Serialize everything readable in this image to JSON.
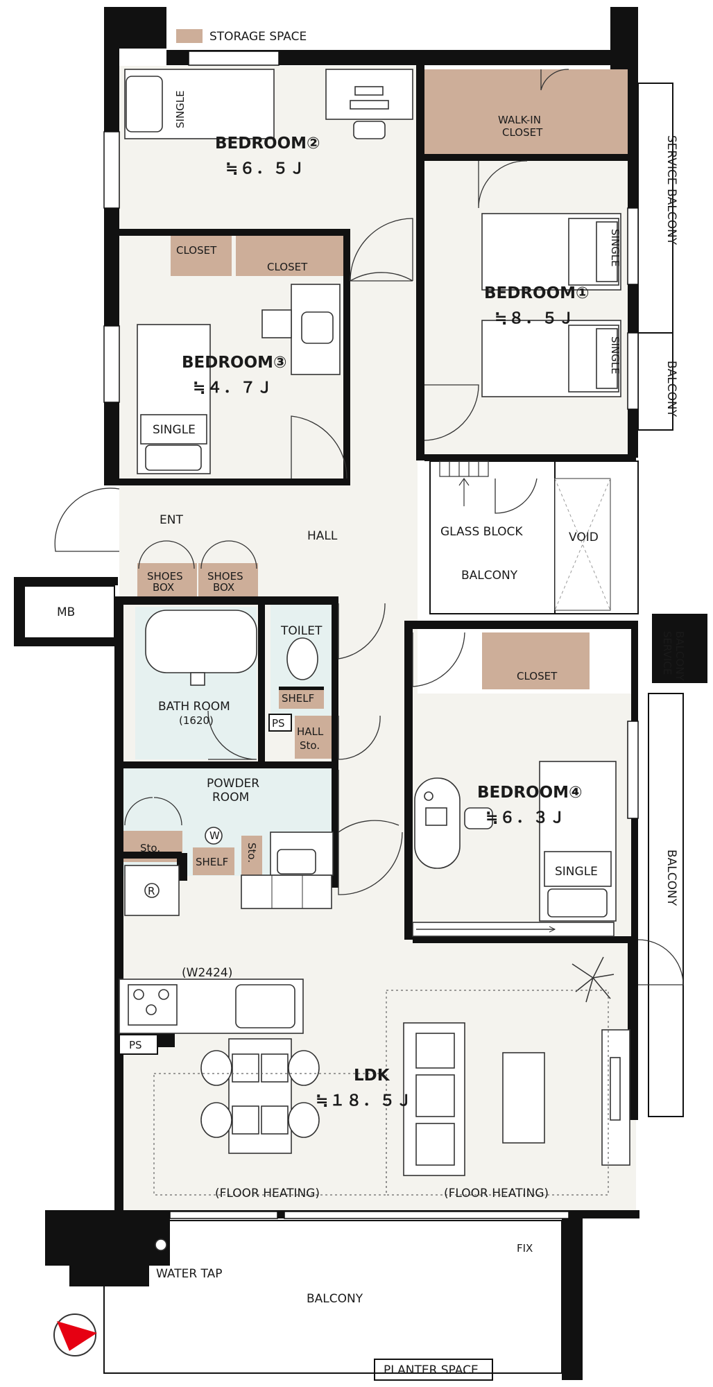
{
  "legend": {
    "storage_label": "STORAGE SPACE"
  },
  "rooms": {
    "bedroom2": {
      "name": "BEDROOM②",
      "area": "≒６．５Ｊ"
    },
    "bedroom1": {
      "name": "BEDROOM①",
      "area": "≒８．５Ｊ"
    },
    "bedroom3": {
      "name": "BEDROOM③",
      "area": "≒４．７Ｊ"
    },
    "bedroom4": {
      "name": "BEDROOM④",
      "area": "≒６．３Ｊ"
    },
    "ldk": {
      "name": "LDK",
      "area": "≒１８．５Ｊ"
    }
  },
  "labels": {
    "walk_in_closet_1": "WALK-IN",
    "walk_in_closet_2": "CLOSET",
    "closet": "CLOSET",
    "single": "SINGLE",
    "service_balcony": "SERVICE BALCONY",
    "service_balcony_a": "SERVICE",
    "service_balcony_b": "BALCONY",
    "balcony": "BALCONY",
    "glass_block": "GLASS BLOCK",
    "void": "VOID",
    "ent": "ENT",
    "hall": "HALL",
    "shoes_box_1": "SHOES",
    "shoes_box_2": "BOX",
    "mb": "MB",
    "toilet": "TOILET",
    "shelf": "SHELF",
    "ps": "PS",
    "hall_sto_1": "HALL",
    "hall_sto_2": "Sto.",
    "bath_room": "BATH ROOM",
    "bath_size": "(1620)",
    "powder_room_1": "POWDER",
    "powder_room_2": "ROOM",
    "sto": "Sto.",
    "washer": "W",
    "fridge": "R",
    "kitchen_width": "(W2424)",
    "floor_heating": "(FLOOR HEATING)",
    "fix": "FIX",
    "water_tap": "WATER TAP",
    "planter_space": "PLANTER SPACE"
  },
  "colors": {
    "wall": "#111111",
    "floor": "#f4f3ee",
    "storage": "#cdae99",
    "wet_area": "#e6f1f0",
    "outdoor": "#ffffff",
    "compass": "#e60012"
  }
}
